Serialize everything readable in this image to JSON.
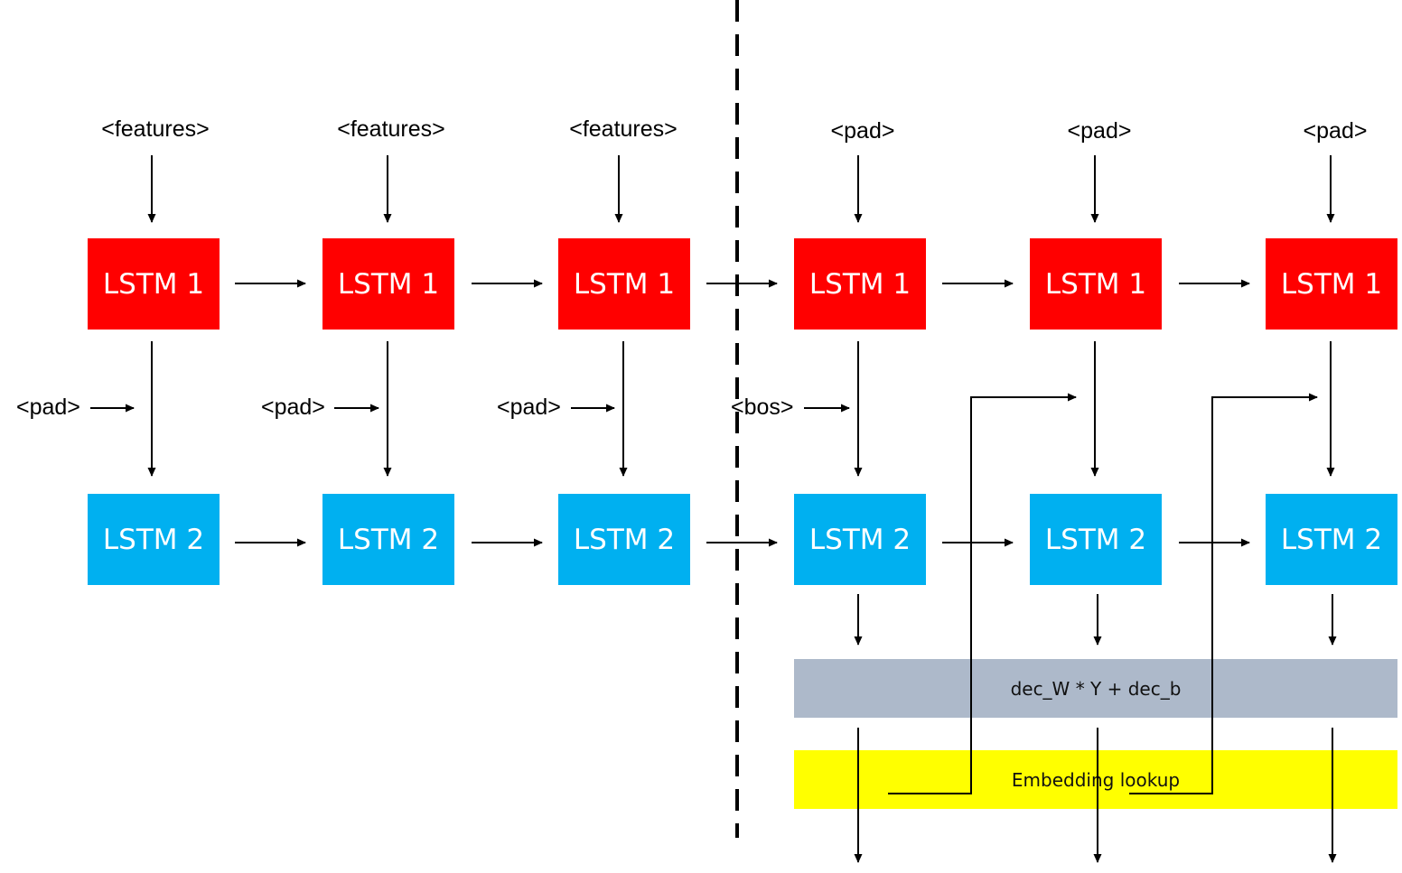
{
  "lstm1_label": "LSTM 1",
  "lstm2_label": "LSTM 2",
  "top_labels": [
    "<features>",
    "<features>",
    "<features>",
    "<pad>",
    "<pad>",
    "<pad>"
  ],
  "side_labels": [
    "<pad>",
    "<pad>",
    "<pad>",
    "<bos>"
  ],
  "dec_layer_label": "dec_W * Y + dec_b",
  "embedding_label": "Embedding lookup",
  "colors": {
    "lstm1": "#ff0000",
    "lstm2": "#00b0f0",
    "dec_layer": "#adb9ca",
    "embedding": "#ffff00"
  }
}
